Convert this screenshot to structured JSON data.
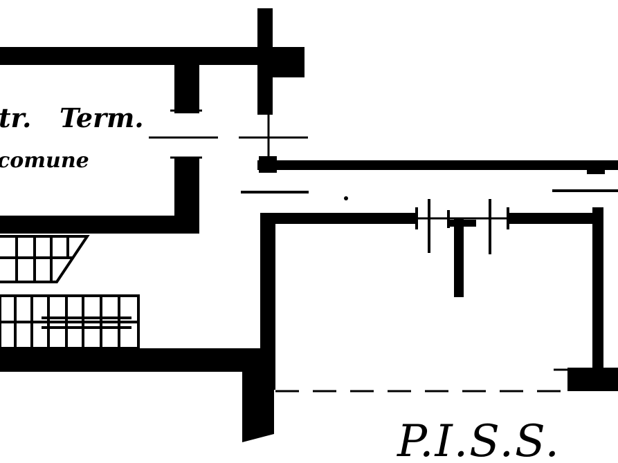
{
  "plan": {
    "labels": {
      "room_line_1a": "tr.",
      "room_line_1b": "Term.",
      "room_line_2": "comune",
      "level": "P.I.S.S."
    },
    "colors": {
      "ink": "#000000",
      "paper": "#ffffff"
    }
  }
}
